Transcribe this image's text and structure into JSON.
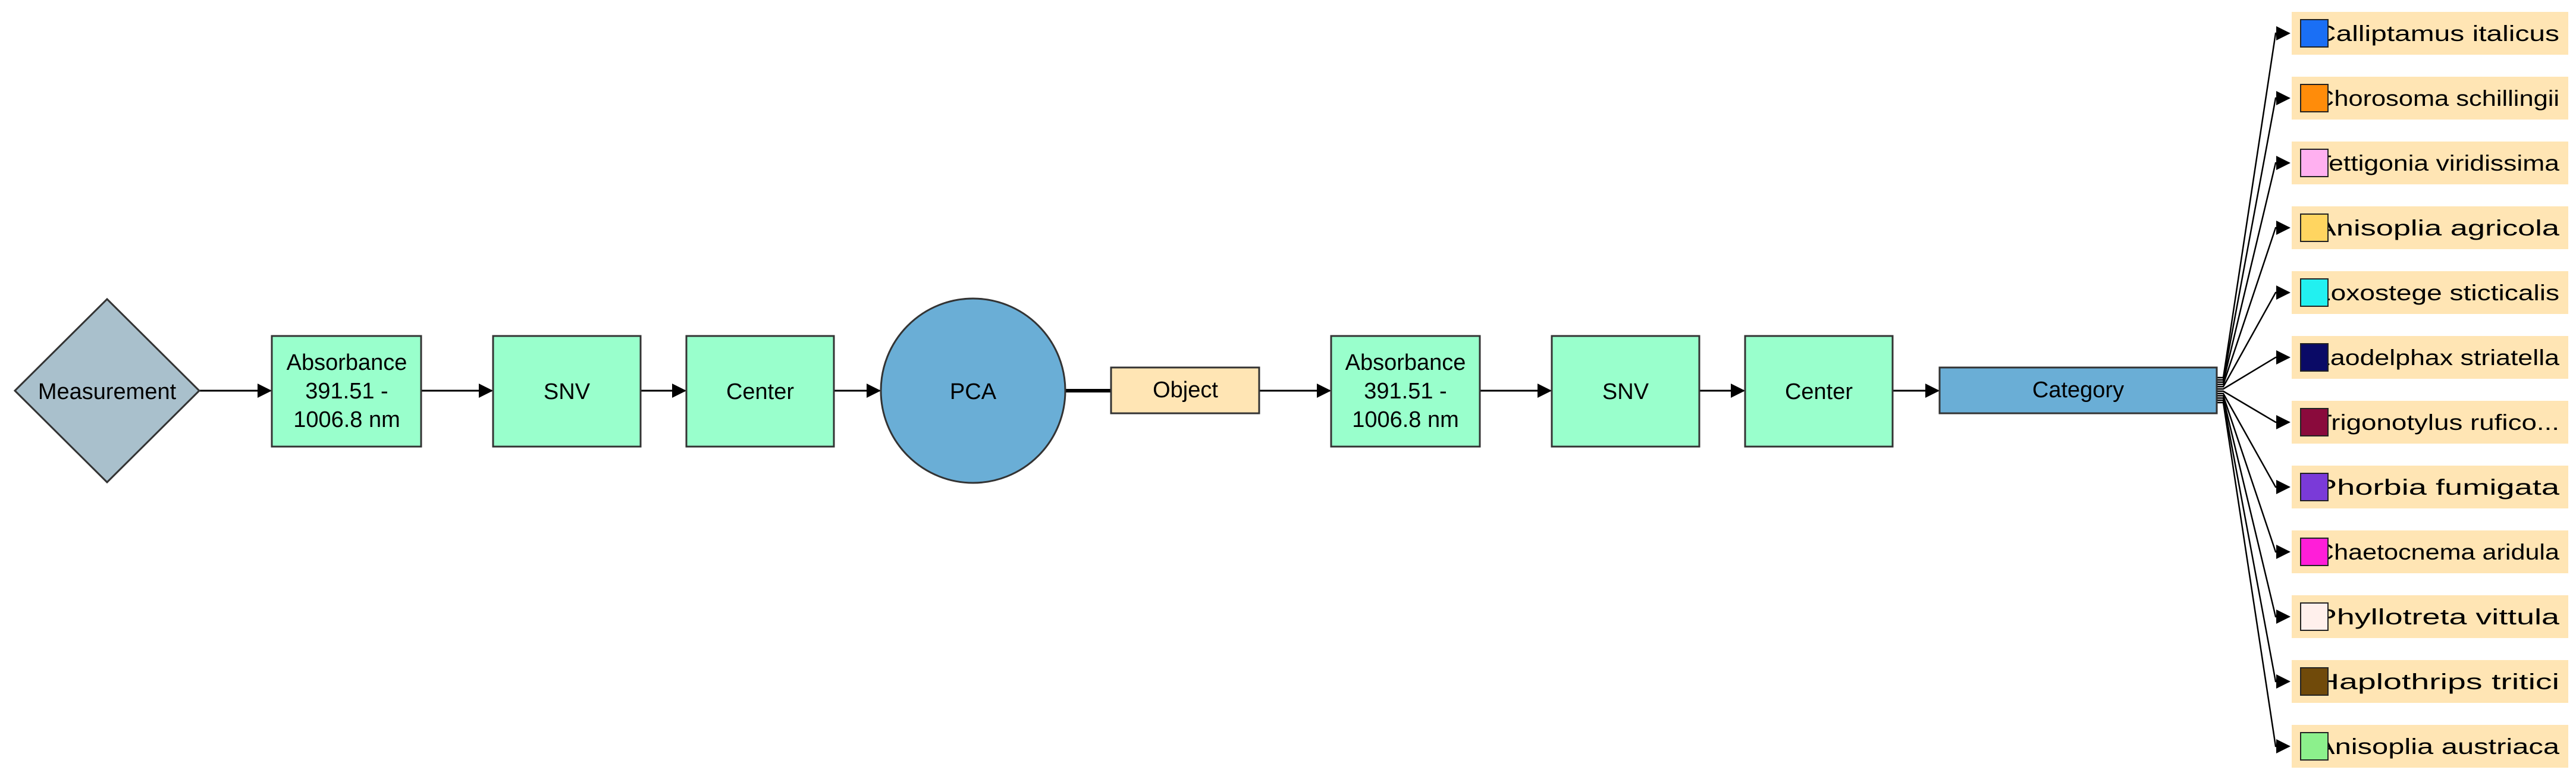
{
  "diagram": {
    "measurement": "Measurement",
    "pca": "PCA",
    "object": "Object",
    "category": "Category",
    "branch1": {
      "range": {
        "line1": "Absorbance",
        "line2": "391.51 -",
        "line3": "1006.8 nm"
      },
      "snv": "SNV",
      "center": "Center"
    },
    "branch2": {
      "range": {
        "line1": "Absorbance",
        "line2": "391.51 -",
        "line3": "1006.8 nm"
      },
      "snv": "SNV",
      "center": "Center"
    }
  },
  "categories": [
    {
      "label": "Calliptamus italicus",
      "color": "#1a6ff5"
    },
    {
      "label": "Chorosoma schillingii",
      "color": "#ff8c0a"
    },
    {
      "label": "Tettigonia viridissima",
      "color": "#ffb0f0"
    },
    {
      "label": "Anisoplia agricola",
      "color": "#ffd560"
    },
    {
      "label": "Loxostege sticticalis",
      "color": "#22f0f0"
    },
    {
      "label": "Laodelphax striatella",
      "color": "#0a0a66"
    },
    {
      "label": "Trigonotylus rufico...",
      "color": "#8a0a3c"
    },
    {
      "label": "Phorbia fumigata",
      "color": "#7a3ad8"
    },
    {
      "label": "Chaetocnema aridula",
      "color": "#ff1ed8"
    },
    {
      "label": "Phyllotreta vittula",
      "color": "#fff0ec"
    },
    {
      "label": "Haplothrips tritici",
      "color": "#704a0a"
    },
    {
      "label": "Anisoplia austriaca",
      "color": "#8cf08c"
    }
  ],
  "colors": {
    "process_box": "#99ffcc",
    "measurement": "#a9c0cc",
    "pca": "#6aaed6",
    "object": "#ffe5b4",
    "category_box": "#6aaed6",
    "category_label_bg": "#ffe5b4"
  }
}
